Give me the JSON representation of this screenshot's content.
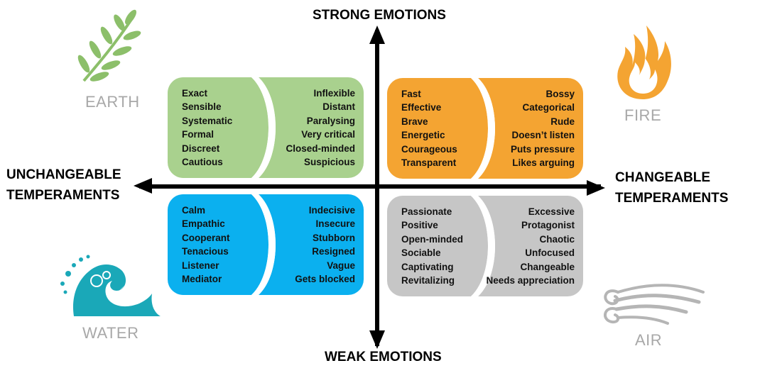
{
  "axes": {
    "top": "STRONG EMOTIONS",
    "bottom": "WEAK EMOTIONS",
    "left": [
      "UNCHANGEABLE",
      "TEMPERAMENTS"
    ],
    "right": [
      "CHANGEABLE",
      "TEMPERAMENTS"
    ]
  },
  "elements": {
    "earth": "EARTH",
    "fire": "FIRE",
    "water": "WATER",
    "air": "AIR"
  },
  "quadrants": {
    "earth": {
      "colors": {
        "light": "#a9d18e",
        "dark": "#a9d18e"
      },
      "positive": [
        "Exact",
        "Sensible",
        "Systematic",
        "Formal",
        "Discreet",
        "Cautious"
      ],
      "negative": [
        "Inflexible",
        "Distant",
        "Paralysing",
        "Very critical",
        "Closed-minded",
        "Suspicious"
      ]
    },
    "fire": {
      "colors": {
        "light": "#f4a432",
        "dark": "#f4a432"
      },
      "positive": [
        "Fast",
        "Effective",
        "Brave",
        "Energetic",
        "Courageous",
        "Transparent"
      ],
      "negative": [
        "Bossy",
        "Categorical",
        "Rude",
        "Doesn’t listen",
        "Puts pressure",
        "Likes arguing"
      ]
    },
    "water": {
      "colors": {
        "light": "#0bb0ef",
        "dark": "#0bb0ef"
      },
      "positive": [
        "Calm",
        "Empathic",
        "Cooperant",
        "Tenacious",
        "Listener",
        "Mediator"
      ],
      "negative": [
        "Indecisive",
        "Insecure",
        "Stubborn",
        "Resigned",
        "Vague",
        "Gets blocked"
      ]
    },
    "air": {
      "colors": {
        "light": "#c6c6c6",
        "dark": "#c6c6c6"
      },
      "positive": [
        "Passionate",
        "Positive",
        "Open-minded",
        "Sociable",
        "Captivating",
        "Revitalizing"
      ],
      "negative": [
        "Excessive",
        "Protagonist",
        "Chaotic",
        "Unfocused",
        "Changeable",
        "Needs appreciation"
      ]
    }
  },
  "icons": {
    "earth": "leaf-branch-icon",
    "fire": "flame-icon",
    "water": "wave-icon",
    "air": "wind-icon"
  },
  "icon_colors": {
    "earth": "#8cbf6a",
    "fire": "#f4a432",
    "water": "#1aa8b8",
    "air": "#b5b5b5"
  }
}
